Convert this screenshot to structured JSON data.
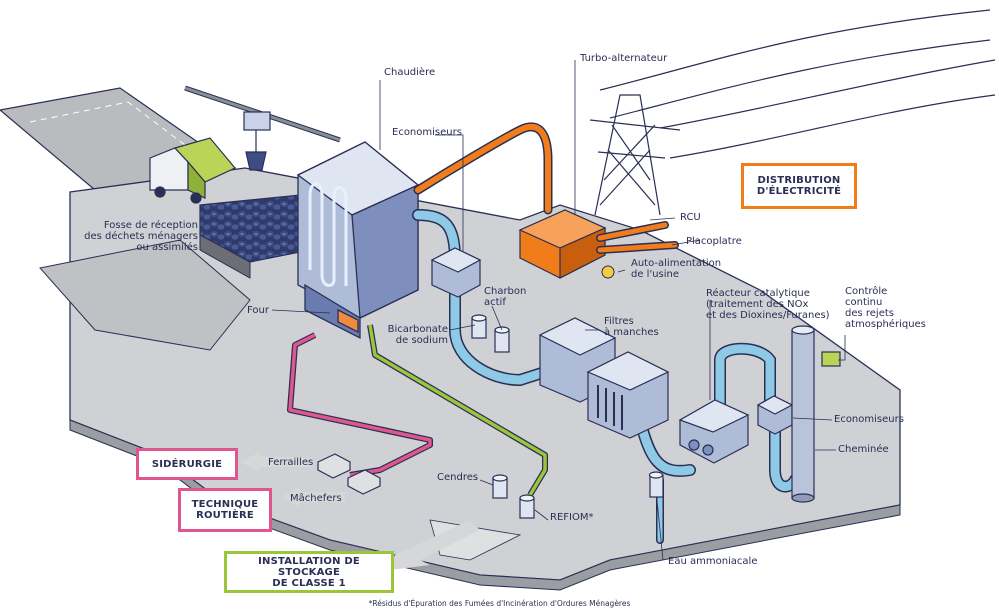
{
  "labels": {
    "chaudiere": "Chaudière",
    "turbo": "Turbo-alternateur",
    "economiseurs_top": "Economiseurs",
    "fosse": [
      "Fosse de réception",
      "des déchets ménagers",
      "ou assimilés"
    ],
    "four": "Four",
    "charbon": [
      "Charbon",
      "actif"
    ],
    "bicarbonate": [
      "Bicarbonate",
      "de sodium"
    ],
    "filtres": [
      "Filtres",
      "à manches"
    ],
    "rcu": "RCU",
    "placoplatre": "Placoplatre",
    "auto": [
      "Auto-alimentation",
      "de l'usine"
    ],
    "reacteur": [
      "Réacteur catalytique",
      "(traitement des NOx",
      "et des Dioxines/Furanes)"
    ],
    "controle": [
      "Contrôle",
      "continu",
      "des rejets",
      "atmosphériques"
    ],
    "economiseurs_right": "Economiseurs",
    "cheminee": "Cheminée",
    "ferrailles": "Ferrailles",
    "machefers": "Mâchefers",
    "cendres": "Cendres",
    "refiom": "REFIOM*",
    "eau": "Eau ammoniacale"
  },
  "boxes": {
    "distribution": [
      "DISTRIBUTION",
      "D'ÉLECTRICITÉ"
    ],
    "siderurgie": [
      "SIDÉRURGIE"
    ],
    "technique": [
      "TECHNIQUE",
      "ROUTIÈRE"
    ],
    "installation": [
      "INSTALLATION DE STOCKAGE",
      "DE CLASSE 1"
    ]
  },
  "footnote": "*Résidus d'Épuration des Fumées d'Incinération d'Ordures Ménagères",
  "colors": {
    "orange": "#f07d1a",
    "pink": "#e0568f",
    "green": "#9cc63a",
    "blue_pipe": "#8ec9e6",
    "navy": "#2a2f55",
    "slab": "#cfd1d4"
  }
}
